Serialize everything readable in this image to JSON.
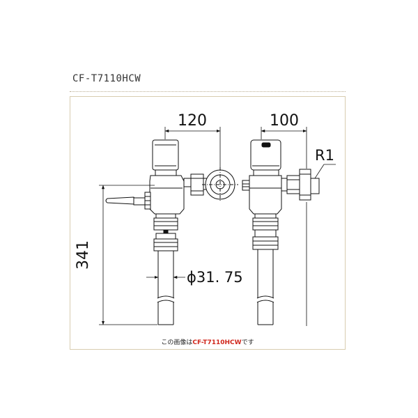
{
  "header": {
    "model_title": "CF-T7110HCW"
  },
  "dimensions": {
    "width_front": "120",
    "width_side": "100",
    "height_total": "341",
    "pipe_diameter": "ϕ31. 75",
    "thread": "R1"
  },
  "caption": {
    "prefix": "この画像は",
    "model_code": "CF-T7110HCW",
    "suffix": "です"
  },
  "colors": {
    "line": "#111111",
    "divider": "#b9ac92",
    "panel_border": "#d8ccb0",
    "caption_highlight": "#d0271c"
  }
}
